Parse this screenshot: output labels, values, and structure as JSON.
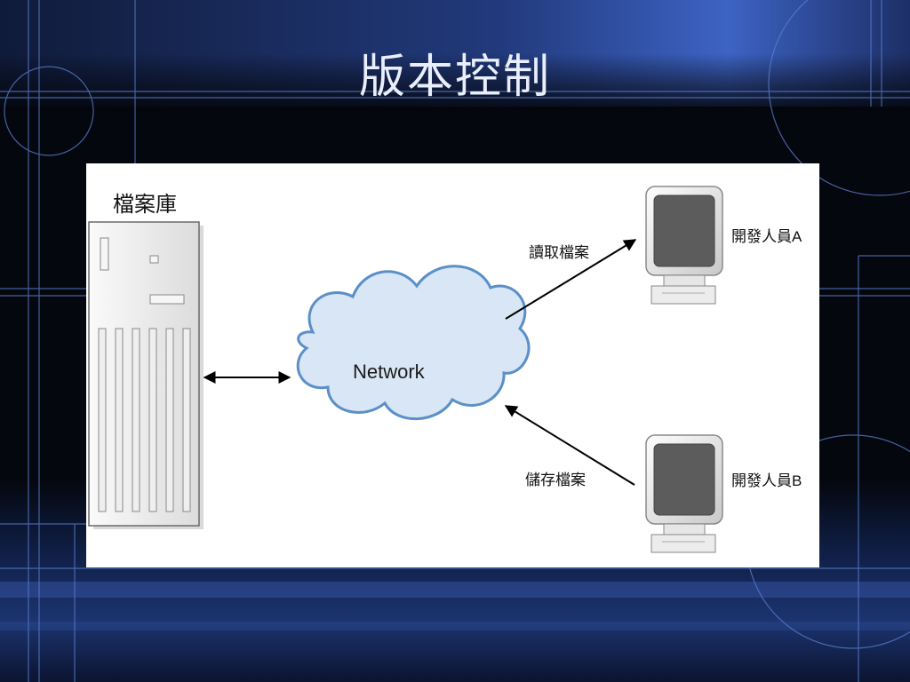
{
  "slide": {
    "title": "版本控制"
  },
  "diagram": {
    "repository_label": "檔案庫",
    "network_label": "Network",
    "read_label": "讀取檔案",
    "save_label": "儲存檔案",
    "developer_a_label": "開發人員A",
    "developer_b_label": "開發人員B"
  },
  "colors": {
    "background": "#05070e",
    "accent_blue": "#3b5fb8",
    "cloud_fill": "#d8e6f5",
    "cloud_stroke": "#5b8fc7"
  }
}
